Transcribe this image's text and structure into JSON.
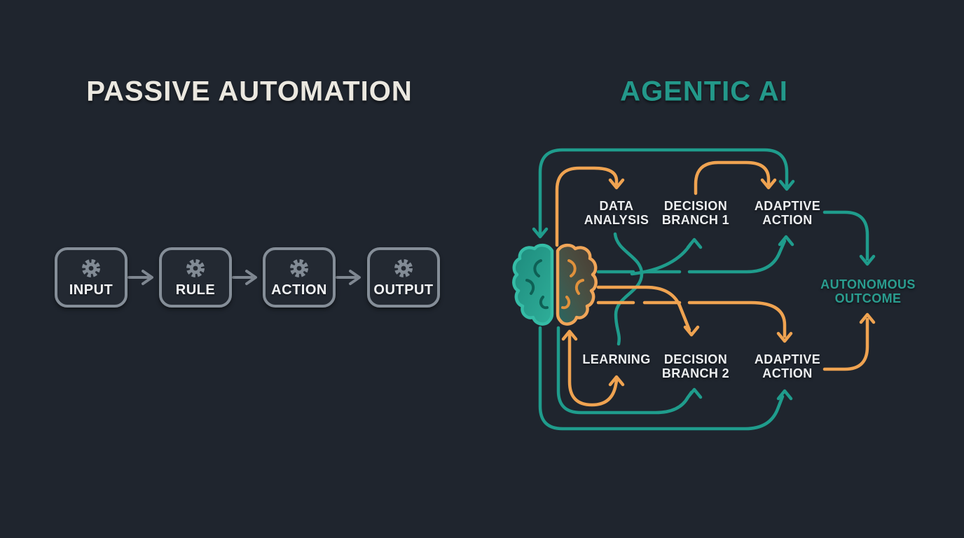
{
  "colors": {
    "background": "#1f252e",
    "teal": "#1f9c8c",
    "orange": "#efa351",
    "gray_border": "#858e98",
    "gray_arrow": "#7f8791",
    "label_light": "#edeff1",
    "title_light": "#ebe8e0",
    "title_teal": "#23988a"
  },
  "passive": {
    "title": "PASSIVE AUTOMATION",
    "nodes": [
      {
        "label": "INPUT",
        "icon": "gear-icon"
      },
      {
        "label": "RULE",
        "icon": "gear-icon"
      },
      {
        "label": "ACTION",
        "icon": "gear-icon"
      },
      {
        "label": "OUTPUT",
        "icon": "gear-icon"
      }
    ]
  },
  "agentic": {
    "title": "AGENTIC AI",
    "center_icon": "brain-icon",
    "labels": {
      "data_analysis": {
        "line1": "DATA",
        "line2": "ANALYSIS"
      },
      "decision_branch_1": {
        "line1": "DECISION",
        "line2": "BRANCH 1"
      },
      "adaptive_action_top": {
        "line1": "ADAPTIVE",
        "line2": "ACTION"
      },
      "learning": {
        "line1": "LEARNING",
        "line2": ""
      },
      "decision_branch_2": {
        "line1": "DECISION",
        "line2": "BRANCH 2"
      },
      "adaptive_action_bottom": {
        "line1": "ADAPTIVE",
        "line2": "ACTION"
      },
      "autonomous_outcome": {
        "line1": "AUTONOMOUS",
        "line2": "OUTCOME"
      }
    }
  }
}
